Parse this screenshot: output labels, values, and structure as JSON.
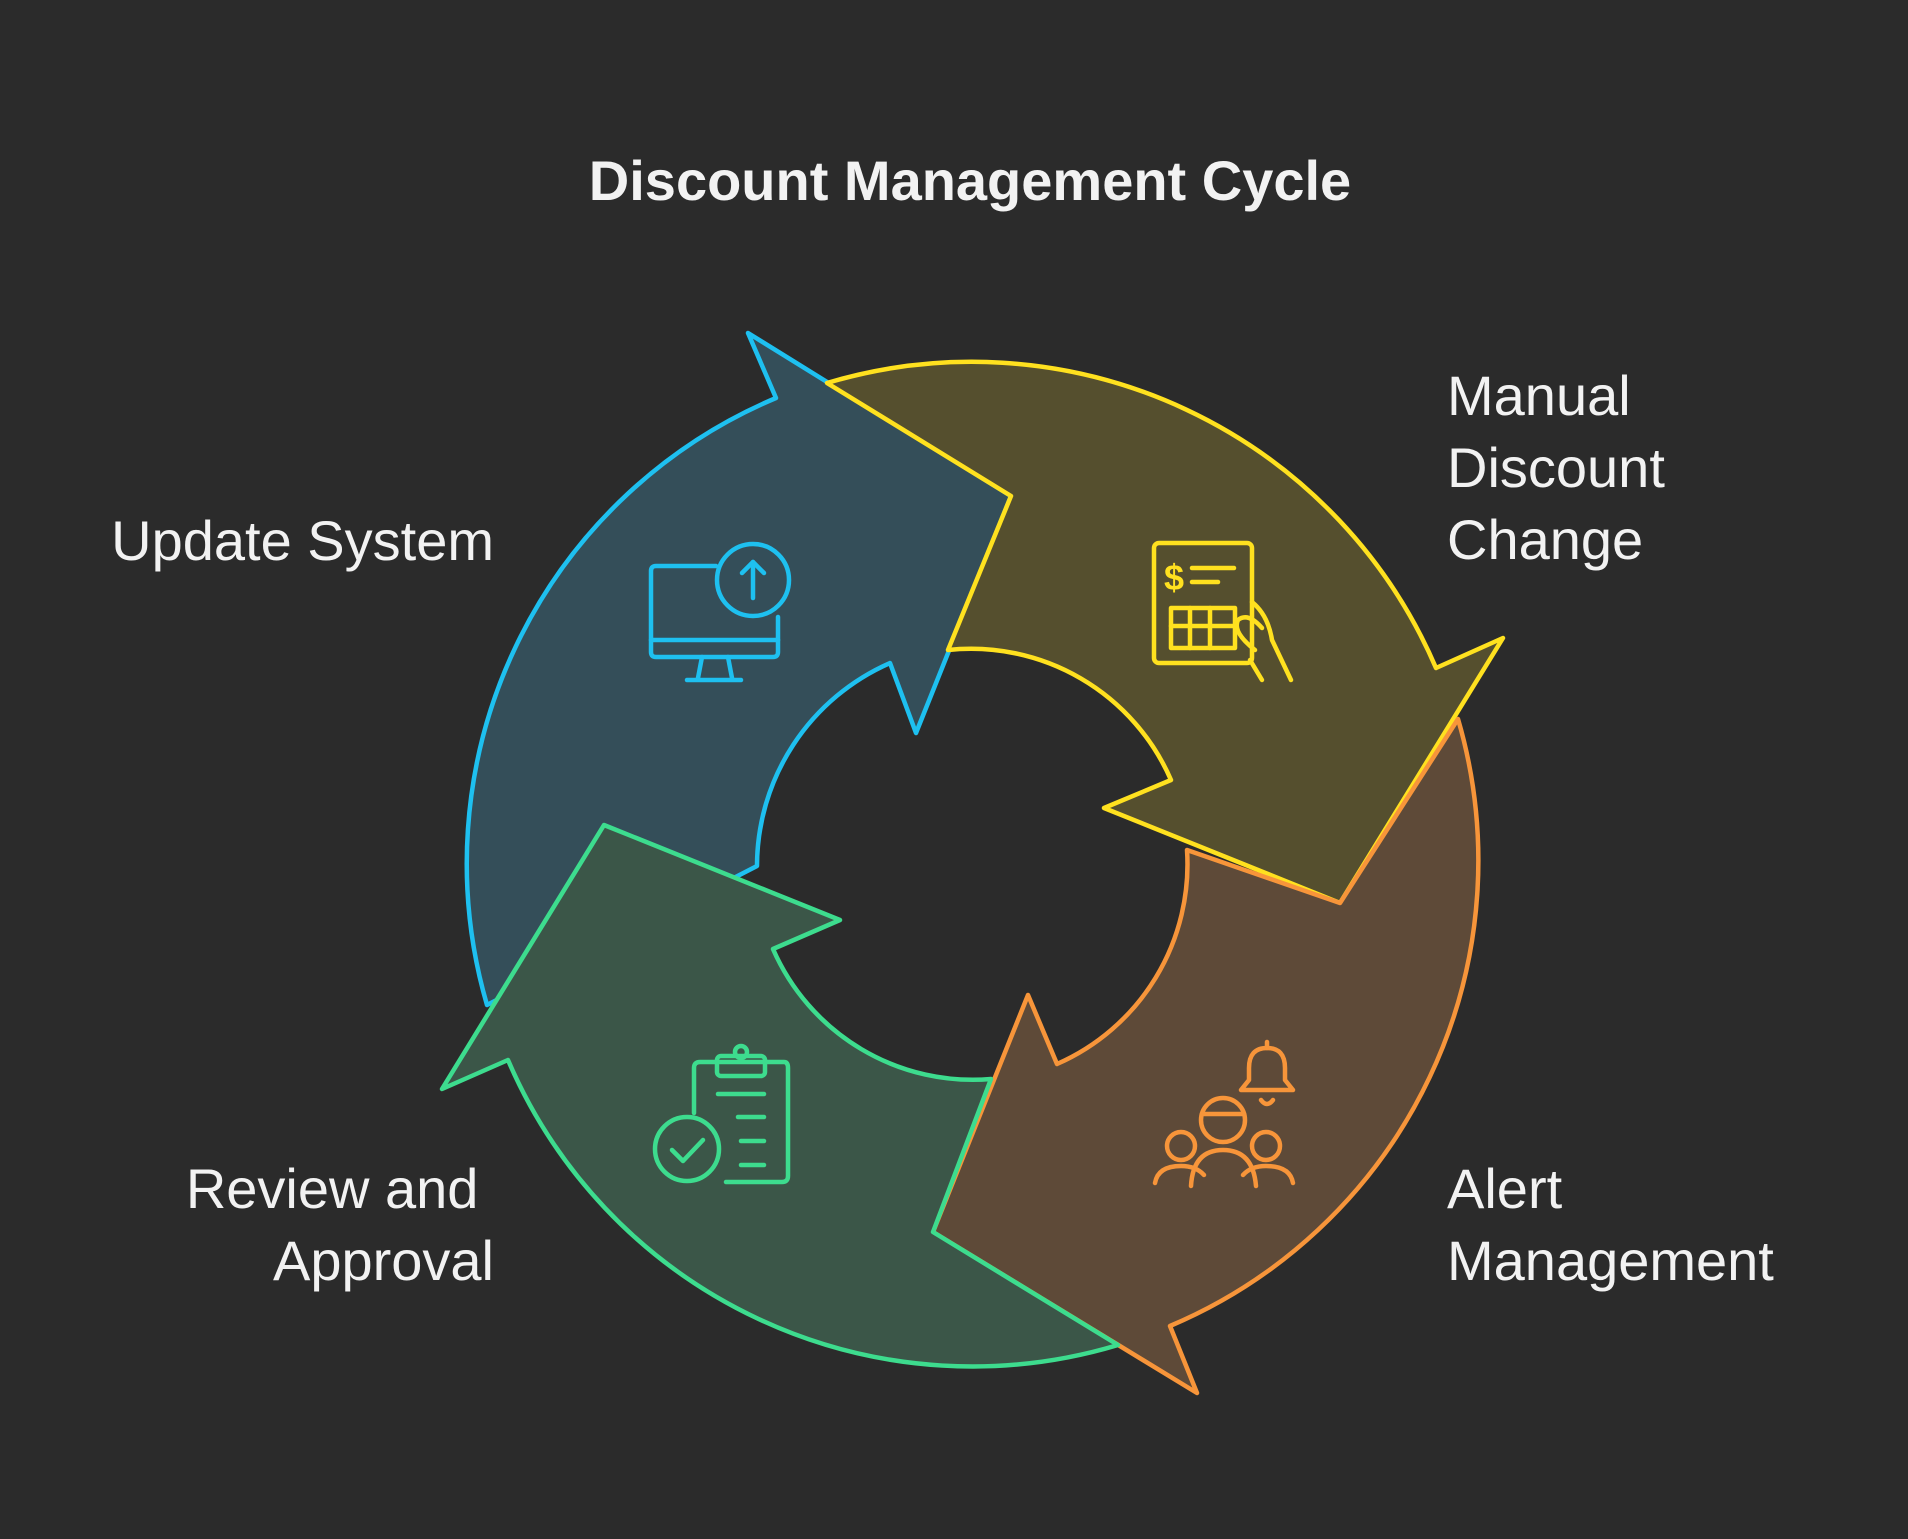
{
  "title": "Discount Management Cycle",
  "steps": [
    {
      "id": "manual-discount-change",
      "label_lines": [
        "Manual",
        "Discount",
        "Change"
      ],
      "icon": "price-list-hand-icon",
      "color": "#ffe11f",
      "fill": "#554f2e"
    },
    {
      "id": "alert-management",
      "label_lines": [
        "Alert",
        "Management"
      ],
      "icon": "team-alert-bell-icon",
      "color": "#f7953a",
      "fill": "#5e4a38"
    },
    {
      "id": "review-and-approval",
      "label_lines": [
        "Review and",
        "Approval"
      ],
      "icon": "clipboard-check-icon",
      "color": "#3ddc8e",
      "fill": "#3b5648"
    },
    {
      "id": "update-system",
      "label_lines": [
        "Update System"
      ],
      "icon": "monitor-upload-icon",
      "color": "#1ec0f0",
      "fill": "#344e59"
    }
  ]
}
